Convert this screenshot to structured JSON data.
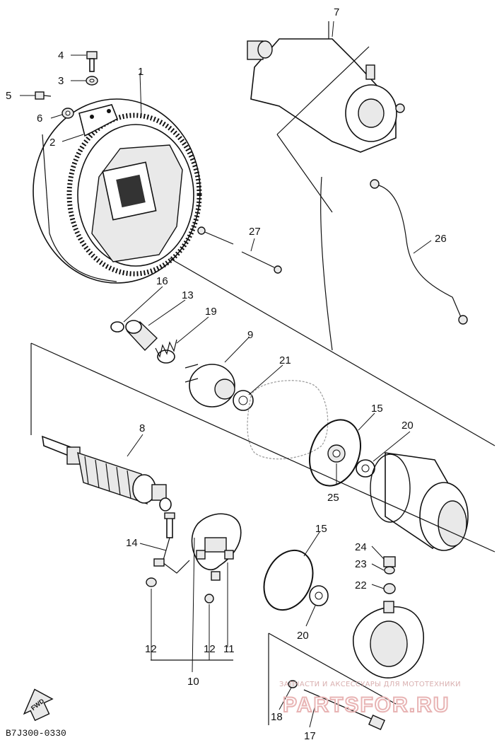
{
  "diagram": {
    "code": "B7J300-0330",
    "watermark_top": "ЗАПЧАСТИ И АКСЕССУАРЫ ДЛЯ МОТОТЕХНИКИ",
    "watermark_main": "PARTSFOR.RU",
    "fwd_label": "FWD",
    "callouts": [
      {
        "id": "c1",
        "text": "1"
      },
      {
        "id": "c2",
        "text": "2"
      },
      {
        "id": "c3",
        "text": "3"
      },
      {
        "id": "c4",
        "text": "4"
      },
      {
        "id": "c5",
        "text": "5"
      },
      {
        "id": "c6",
        "text": "6"
      },
      {
        "id": "c7",
        "text": "7"
      },
      {
        "id": "c8",
        "text": "8"
      },
      {
        "id": "c9",
        "text": "9"
      },
      {
        "id": "c10",
        "text": "10"
      },
      {
        "id": "c11",
        "text": "11"
      },
      {
        "id": "c12a",
        "text": "12"
      },
      {
        "id": "c12b",
        "text": "12"
      },
      {
        "id": "c13",
        "text": "13"
      },
      {
        "id": "c14",
        "text": "14"
      },
      {
        "id": "c15a",
        "text": "15"
      },
      {
        "id": "c15b",
        "text": "15"
      },
      {
        "id": "c16",
        "text": "16"
      },
      {
        "id": "c17",
        "text": "17"
      },
      {
        "id": "c18",
        "text": "18"
      },
      {
        "id": "c19",
        "text": "19"
      },
      {
        "id": "c20a",
        "text": "20"
      },
      {
        "id": "c20b",
        "text": "20"
      },
      {
        "id": "c21",
        "text": "21"
      },
      {
        "id": "c22",
        "text": "22"
      },
      {
        "id": "c23",
        "text": "23"
      },
      {
        "id": "c24",
        "text": "24"
      },
      {
        "id": "c25",
        "text": "25"
      },
      {
        "id": "c26",
        "text": "26"
      },
      {
        "id": "c27",
        "text": "27"
      }
    ]
  }
}
